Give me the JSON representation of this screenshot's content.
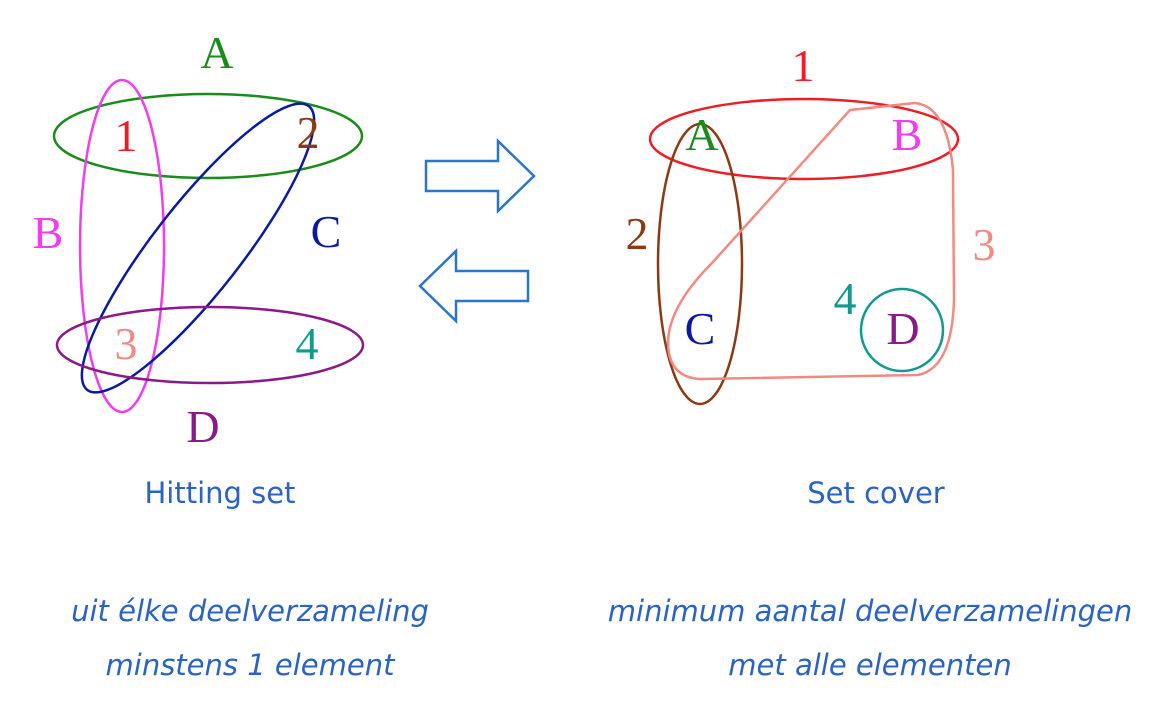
{
  "colors": {
    "A": "#1a8c1a",
    "B": "#f03df0",
    "C": "#0a1aa0",
    "D": "#8a1a8a",
    "one": "#ee1c24",
    "two": "#8b3a14",
    "three": "#f28a82",
    "four": "#139a8e",
    "arrow": "#2a76c8",
    "caption": "#2a63c4"
  },
  "hitting_set": {
    "labels": {
      "A": "A",
      "B": "B",
      "C": "C",
      "D": "D"
    },
    "elements": [
      "1",
      "2",
      "3",
      "4"
    ],
    "title": "Hitting set",
    "description_line1": "uit élke deelverzameling",
    "description_line2": "minstens 1 element"
  },
  "set_cover": {
    "set_labels": [
      "1",
      "2",
      "3",
      "4"
    ],
    "elements": {
      "A": "A",
      "B": "B",
      "C": "C",
      "D": "D"
    },
    "title": "Set cover",
    "description_line1": "minimum aantal deelverzamelingen",
    "description_line2": "met alle elementen"
  }
}
